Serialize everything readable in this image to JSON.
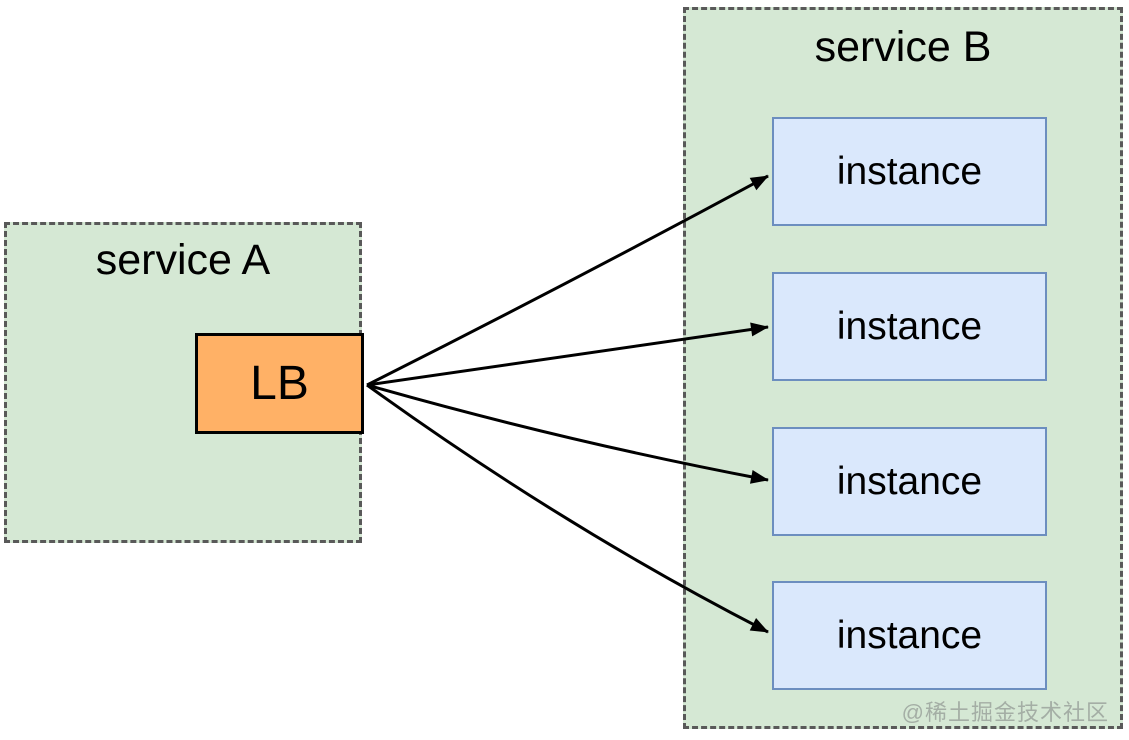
{
  "diagram": {
    "service_a": {
      "label": "service A",
      "lb_label": "LB"
    },
    "service_b": {
      "label": "service B",
      "instances": [
        "instance",
        "instance",
        "instance",
        "instance"
      ]
    },
    "arrows": {
      "count": 4,
      "from": "LB",
      "to": "instance"
    },
    "watermark": "@稀土掘金技术社区",
    "colors": {
      "group_fill": "#d5e8d4",
      "group_border": "#595959",
      "lb_fill": "#ffb166",
      "lb_border": "#000000",
      "instance_fill": "#dae8fc",
      "instance_border": "#6c8ebf",
      "arrow": "#000000",
      "watermark": "#a4aea5",
      "background": "#ffffff"
    }
  }
}
